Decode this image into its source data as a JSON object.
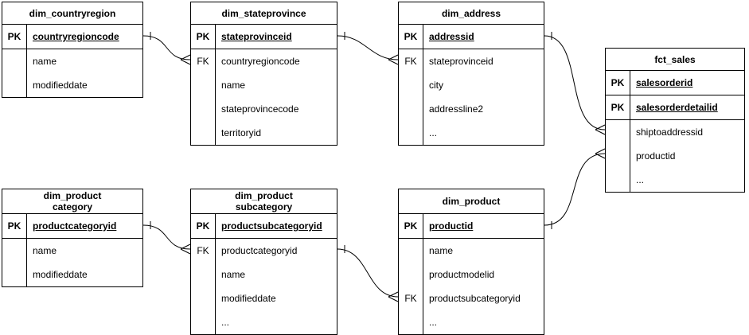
{
  "diagram": {
    "type": "entity-relationship",
    "colors": {
      "stroke": "#000000",
      "background": "#ffffff",
      "text": "#000000"
    },
    "key_labels": {
      "primary": "PK",
      "foreign": "FK"
    },
    "tables": [
      {
        "id": "dim_countryregion",
        "title": "dim_countryregion",
        "rows": [
          {
            "key": "PK",
            "name": "countryregioncode",
            "is_pk": true
          },
          {
            "key": "",
            "name": "name",
            "is_pk": false
          },
          {
            "key": "",
            "name": "modifieddate",
            "is_pk": false
          }
        ]
      },
      {
        "id": "dim_stateprovince",
        "title": "dim_stateprovince",
        "rows": [
          {
            "key": "PK",
            "name": "stateprovinceid",
            "is_pk": true
          },
          {
            "key": "FK",
            "name": "countryregioncode",
            "is_pk": false
          },
          {
            "key": "",
            "name": "name",
            "is_pk": false
          },
          {
            "key": "",
            "name": "stateprovincecode",
            "is_pk": false
          },
          {
            "key": "",
            "name": "territoryid",
            "is_pk": false
          }
        ]
      },
      {
        "id": "dim_address",
        "title": "dim_address",
        "rows": [
          {
            "key": "PK",
            "name": "addressid",
            "is_pk": true
          },
          {
            "key": "FK",
            "name": "stateprovinceid",
            "is_pk": false
          },
          {
            "key": "",
            "name": "city",
            "is_pk": false
          },
          {
            "key": "",
            "name": "addressline2",
            "is_pk": false
          },
          {
            "key": "",
            "name": "...",
            "is_pk": false
          }
        ]
      },
      {
        "id": "fct_sales",
        "title": "fct_sales",
        "rows": [
          {
            "key": "PK",
            "name": "salesorderid",
            "is_pk": true
          },
          {
            "key": "PK",
            "name": "salesorderdetailid",
            "is_pk": true
          },
          {
            "key": "",
            "name": "shiptoaddressid",
            "is_pk": false
          },
          {
            "key": "",
            "name": "productid",
            "is_pk": false
          },
          {
            "key": "",
            "name": "...",
            "is_pk": false
          }
        ]
      },
      {
        "id": "dim_productcategory",
        "title": "dim_product",
        "title_line2": "category",
        "rows": [
          {
            "key": "PK",
            "name": "productcategoryid",
            "is_pk": true
          },
          {
            "key": "",
            "name": "name",
            "is_pk": false
          },
          {
            "key": "",
            "name": "modifieddate",
            "is_pk": false
          }
        ]
      },
      {
        "id": "dim_productsubcategory",
        "title": "dim_product",
        "title_line2": "subcategory",
        "rows": [
          {
            "key": "PK",
            "name": "productsubcategoryid",
            "is_pk": true
          },
          {
            "key": "FK",
            "name": "productcategoryid",
            "is_pk": false
          },
          {
            "key": "",
            "name": "name",
            "is_pk": false
          },
          {
            "key": "",
            "name": "modifieddate",
            "is_pk": false
          },
          {
            "key": "",
            "name": "...",
            "is_pk": false
          }
        ]
      },
      {
        "id": "dim_product",
        "title": "dim_product",
        "rows": [
          {
            "key": "PK",
            "name": "productid",
            "is_pk": true
          },
          {
            "key": "",
            "name": "name",
            "is_pk": false
          },
          {
            "key": "",
            "name": "productmodelid",
            "is_pk": false
          },
          {
            "key": "FK",
            "name": "productsubcategoryid",
            "is_pk": false
          },
          {
            "key": "",
            "name": "...",
            "is_pk": false
          }
        ]
      }
    ],
    "relationships": [
      {
        "from": "dim_countryregion.countryregioncode",
        "to": "dim_stateprovince.countryregioncode",
        "cardinality": "one-to-many"
      },
      {
        "from": "dim_stateprovince.stateprovinceid",
        "to": "dim_address.stateprovinceid",
        "cardinality": "one-to-many"
      },
      {
        "from": "dim_address.addressid",
        "to": "fct_sales.shiptoaddressid",
        "cardinality": "one-to-many"
      },
      {
        "from": "dim_product.productid",
        "to": "fct_sales.productid",
        "cardinality": "one-to-many"
      },
      {
        "from": "dim_productcategory.productcategoryid",
        "to": "dim_productsubcategory.productcategoryid",
        "cardinality": "one-to-many"
      },
      {
        "from": "dim_productsubcategory.productsubcategoryid",
        "to": "dim_product.productsubcategoryid",
        "cardinality": "one-to-many"
      }
    ]
  }
}
